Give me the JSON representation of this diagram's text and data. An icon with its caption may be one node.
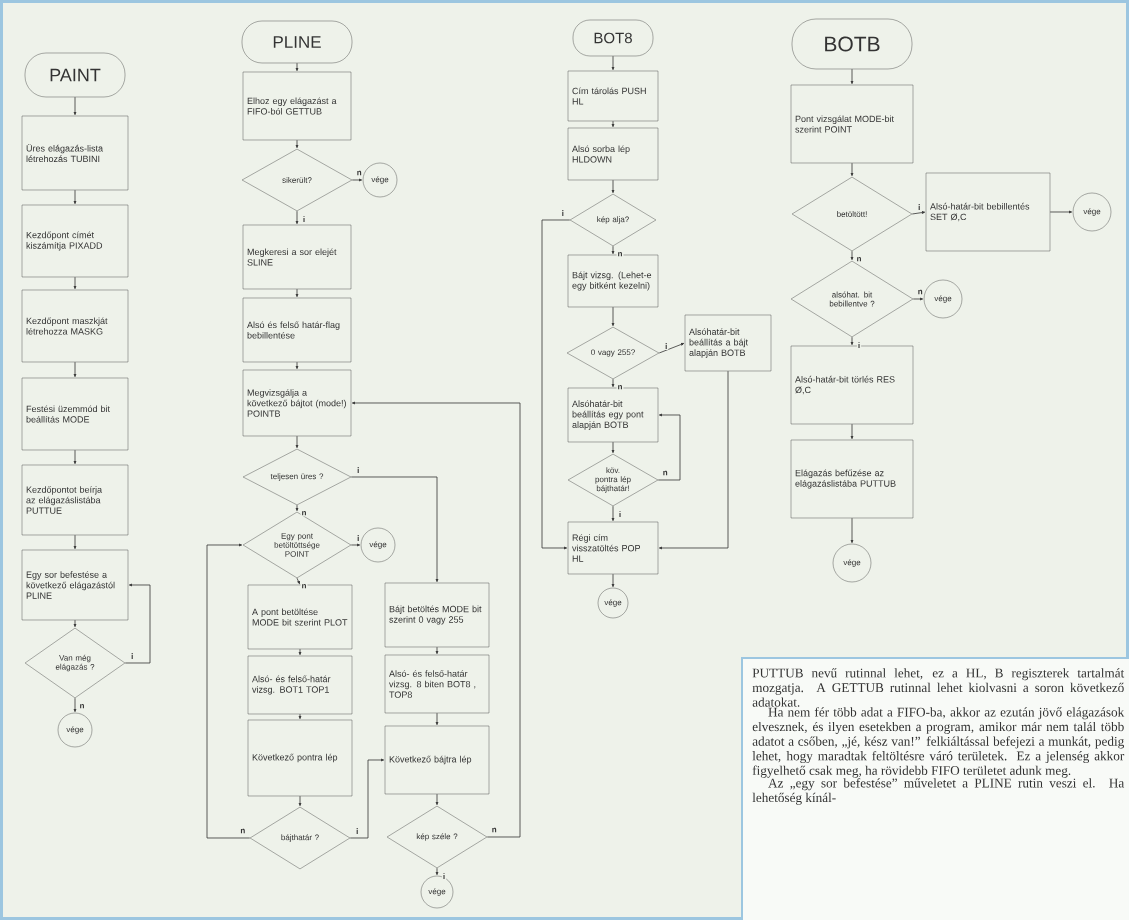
{
  "diagram": {
    "nodes": [
      {
        "text": [
          "PAINT"
        ]
      },
      {
        "text": [
          "Üres elágazás-lista létrehozás TUBINI"
        ]
      },
      {
        "text": [
          "Kezdőpont címét kiszámítja PIXADD"
        ]
      },
      {
        "text": [
          "Kezdőpont maszkját létrehozza MASKG"
        ]
      },
      {
        "text": [
          "Festési üzemmód bit beállítás MODE"
        ]
      },
      {
        "text": [
          "Kezdőpontot beírja az elágazáslistába PUTTUE"
        ]
      },
      {
        "text": [
          "Egy sor befestése a következő elágazástól PLINE"
        ]
      },
      {
        "text": [
          "Van még elágazás ?"
        ]
      },
      {
        "text": [
          "vége"
        ]
      },
      {
        "text": [
          "PLINE"
        ]
      },
      {
        "text": [
          "Elhoz egy elágazást a FIFO-ból GETTUB"
        ]
      },
      {
        "text": [
          "sikerült?"
        ]
      },
      {
        "text": [
          "vége"
        ]
      },
      {
        "text": [
          "Megkeresi a sor elejét SLINE"
        ]
      },
      {
        "text": [
          "Alsó és felső határ-flag bebillentése"
        ]
      },
      {
        "text": [
          "Megvizsgálja a következő bájtot (mode!) POINTB"
        ]
      },
      {
        "text": [
          "teljesen üres ?"
        ]
      },
      {
        "text": [
          "Egy pont betöltöttsége POINT"
        ]
      },
      {
        "text": [
          "vége"
        ]
      },
      {
        "text": [
          "A pont betöltése MODE bit szerint PLOT"
        ]
      },
      {
        "text": [
          "Alsó- és felső-határ vizsg. BOT1 TOP1"
        ]
      },
      {
        "text": [
          "Következő pontra lép"
        ]
      },
      {
        "text": [
          "bájthatár ?"
        ]
      },
      {
        "text": [
          "Bájt betöltés MODE bit szerint 0 vagy 255"
        ]
      },
      {
        "text": [
          "Alsó- és felső-határ vizsg. 8 biten BOT8 , TOP8"
        ]
      },
      {
        "text": [
          "Következő bájtra lép"
        ]
      },
      {
        "text": [
          "kép széle ?"
        ]
      },
      {
        "text": [
          "vége"
        ]
      },
      {
        "text": [
          "BOT8"
        ]
      },
      {
        "text": [
          "Cím tárolás PUSH HL"
        ]
      },
      {
        "text": [
          "Alsó sorba lép HLDOWN"
        ]
      },
      {
        "text": [
          "kép alja?"
        ]
      },
      {
        "text": [
          "Bájt vizsg. (Lehet-e egy bitként kezelni)"
        ]
      },
      {
        "text": [
          "0 vagy 255?"
        ]
      },
      {
        "text": [
          "Alsóhatár-bit beállítás a bájt alapján BOTB"
        ]
      },
      {
        "text": [
          "Alsóhatár-bit beállítás egy pont alapján BOTB"
        ]
      },
      {
        "text": [
          "köv. pontra lép bájthatár!"
        ]
      },
      {
        "text": [
          "Régi cím visszatöltés POP HL"
        ]
      },
      {
        "text": [
          "vége"
        ]
      },
      {
        "text": [
          "BOTB"
        ]
      },
      {
        "text": [
          "Pont vizsgálat MODE-bit szerint POINT"
        ]
      },
      {
        "text": [
          "betöltött!"
        ]
      },
      {
        "text": [
          "Alsó-határ-bit bebillentés SET Ø,C"
        ]
      },
      {
        "text": [
          "vége"
        ]
      },
      {
        "text": [
          "alsóhat. bit bebillentve ?"
        ]
      },
      {
        "text": [
          "vége"
        ]
      },
      {
        "text": [
          "Alsó-határ-bit törlés RES Ø,C"
        ]
      },
      {
        "text": [
          "Elágazás befűzése az elágazáslistába PUTTUB"
        ]
      },
      {
        "text": [
          "vége"
        ]
      }
    ],
    "edges": [
      {
        "from": 0,
        "to": 1,
        "arrow": "to"
      },
      {
        "from": 1,
        "to": 2,
        "arrow": "to"
      },
      {
        "from": 2,
        "to": 3,
        "arrow": "to"
      },
      {
        "from": 3,
        "to": 4,
        "arrow": "to"
      },
      {
        "from": 4,
        "to": 5,
        "arrow": "to"
      },
      {
        "from": 5,
        "to": 6,
        "arrow": "to"
      },
      {
        "from": 6,
        "to": 7,
        "arrow": "to"
      },
      {
        "from": 7,
        "to": 6,
        "arrow": "to",
        "label": "i"
      },
      {
        "from": 7,
        "to": 8,
        "arrow": "to",
        "label": "n"
      },
      {
        "from": 9,
        "to": 10,
        "arrow": "to"
      },
      {
        "from": 10,
        "to": 11,
        "arrow": "to"
      },
      {
        "from": 11,
        "to": 12,
        "arrow": "to",
        "label": "n"
      },
      {
        "from": 11,
        "to": 13,
        "arrow": "to",
        "label": "i"
      },
      {
        "from": 13,
        "to": 14,
        "arrow": "to"
      },
      {
        "from": 14,
        "to": 15,
        "arrow": "to"
      },
      {
        "from": 15,
        "to": 16,
        "arrow": "to"
      },
      {
        "from": 16,
        "to": 23,
        "arrow": "to",
        "label": "i"
      },
      {
        "from": 16,
        "to": 17,
        "arrow": "to",
        "label": "n"
      },
      {
        "from": 17,
        "to": 18,
        "arrow": "to",
        "label": "i"
      },
      {
        "from": 17,
        "to": 19,
        "arrow": "to",
        "label": "n"
      },
      {
        "from": 19,
        "to": 20,
        "arrow": "to"
      },
      {
        "from": 20,
        "to": 21,
        "arrow": "to"
      },
      {
        "from": 21,
        "to": 22,
        "arrow": "to"
      },
      {
        "from": 22,
        "to": 17,
        "arrow": "to",
        "label": "n"
      },
      {
        "from": 22,
        "to": 25,
        "arrow": "to",
        "label": "i"
      },
      {
        "from": 23,
        "to": 24,
        "arrow": "to"
      },
      {
        "from": 24,
        "to": 25,
        "arrow": "to"
      },
      {
        "from": 25,
        "to": 26,
        "arrow": "to"
      },
      {
        "from": 26,
        "to": 15,
        "arrow": "to",
        "label": "n"
      },
      {
        "from": 26,
        "to": 27,
        "arrow": "to",
        "label": "i"
      },
      {
        "from": 28,
        "to": 29,
        "arrow": "to"
      },
      {
        "from": 29,
        "to": 30,
        "arrow": "to"
      },
      {
        "from": 30,
        "to": 31,
        "arrow": "to"
      },
      {
        "from": 31,
        "to": 37,
        "arrow": "to",
        "label": "i"
      },
      {
        "from": 31,
        "to": 32,
        "arrow": "to",
        "label": "n"
      },
      {
        "from": 32,
        "to": 33,
        "arrow": "to"
      },
      {
        "from": 33,
        "to": 34,
        "arrow": "to",
        "label": "i"
      },
      {
        "from": 33,
        "to": 35,
        "arrow": "to",
        "label": "n"
      },
      {
        "from": 35,
        "to": 36,
        "arrow": "to"
      },
      {
        "from": 36,
        "to": 35,
        "arrow": "to",
        "label": "n"
      },
      {
        "from": 36,
        "to": 37,
        "arrow": "to",
        "label": "i"
      },
      {
        "from": 34,
        "to": 37,
        "arrow": "to"
      },
      {
        "from": 37,
        "to": 38,
        "arrow": "to"
      },
      {
        "from": 39,
        "to": 40,
        "arrow": "to"
      },
      {
        "from": 40,
        "to": 41,
        "arrow": "to"
      },
      {
        "from": 41,
        "to": 42,
        "arrow": "to",
        "label": "i"
      },
      {
        "from": 42,
        "to": 43,
        "arrow": "to"
      },
      {
        "from": 41,
        "to": 44,
        "arrow": "to",
        "label": "n"
      },
      {
        "from": 44,
        "to": 45,
        "arrow": "to",
        "label": "n"
      },
      {
        "from": 44,
        "to": 46,
        "arrow": "to",
        "label": "i"
      },
      {
        "from": 46,
        "to": 47,
        "arrow": "to"
      },
      {
        "from": 47,
        "to": 48,
        "arrow": "to"
      }
    ],
    "labels": [
      "PUTTUB nevű rutinnal lehet, ez a HL, B regiszterek tartalmát mozgatja. A GETTUB rutinnal lehet kiolvasni a soron következő adatokat.",
      "Ha nem fér több adat a FIFO-ba, akkor az ezután jövő elágazások elvesznek, és ilyen esetekben a program, amikor már nem talál több adatot a csőben, „jé, kész van!” felkiáltással befejezi a munkát, pedig lehet, hogy maradtak feltöltésre váró területek. Ez a jelenség akkor figyelhető csak meg, ha rövidebb FIFO területet adunk meg.",
      "Az „egy sor befestése” műveletet a PLINE rutin veszi el. Ha lehetőség kínál-"
    ]
  }
}
